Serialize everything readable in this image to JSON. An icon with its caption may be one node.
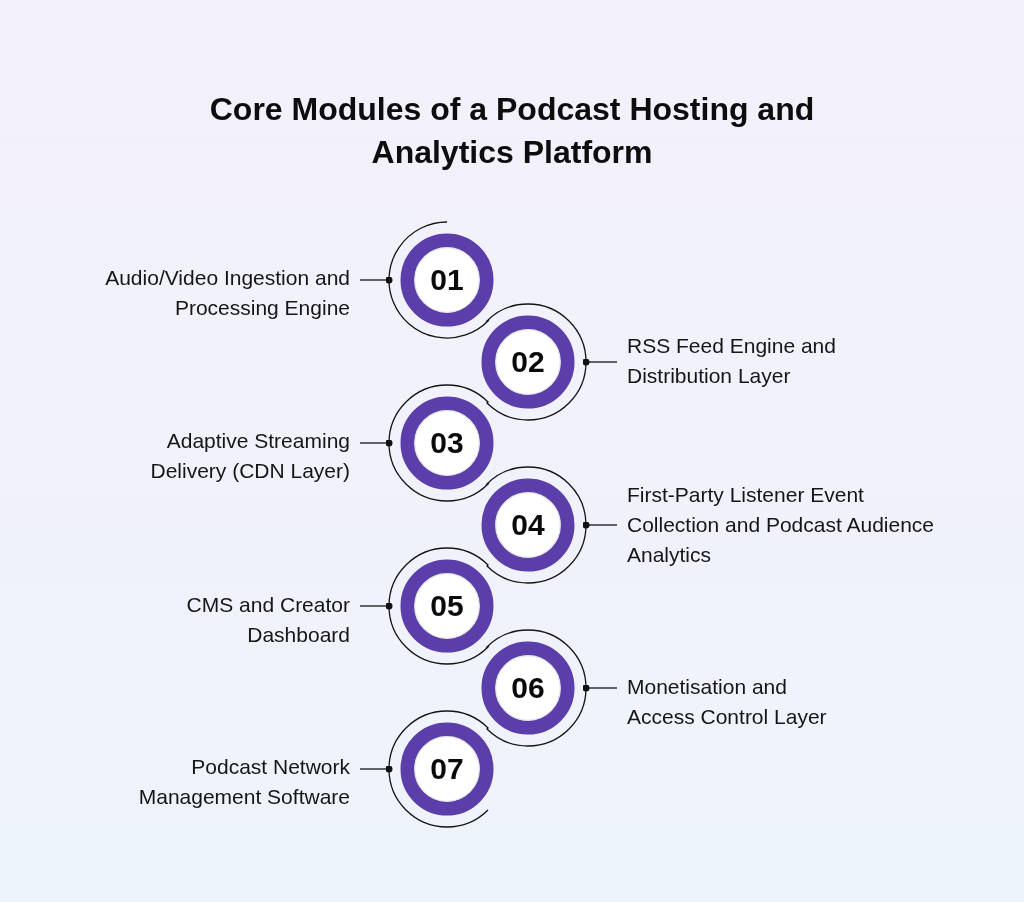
{
  "diagram": {
    "title": "Core Modules of a Podcast Hosting and Analytics Platform",
    "nodes": [
      {
        "text": [
          "Audio/Video Ingestion and Processing Engine"
        ]
      },
      {
        "text": [
          "01"
        ]
      },
      {
        "text": [
          "02"
        ]
      },
      {
        "text": [
          "RSS Feed Engine and Distribution Layer"
        ]
      },
      {
        "text": [
          "Adaptive Streaming Delivery (CDN Layer)"
        ]
      },
      {
        "text": [
          "03"
        ]
      },
      {
        "text": [
          "04"
        ]
      },
      {
        "text": [
          "First-Party Listener Event Collection and Podcast Audience Analytics"
        ]
      },
      {
        "text": [
          "CMS and Creator Dashboard"
        ]
      },
      {
        "text": [
          "05"
        ]
      },
      {
        "text": [
          "06"
        ]
      },
      {
        "text": [
          "Monetisation and Access Control Layer"
        ]
      },
      {
        "text": [
          "Podcast Network Management Software"
        ]
      },
      {
        "text": [
          "07"
        ]
      }
    ],
    "edges": [
      {
        "from": 0,
        "to": 1,
        "arrow": "other"
      },
      {
        "from": 3,
        "to": 2,
        "arrow": "other"
      },
      {
        "from": 4,
        "to": 5,
        "arrow": "other"
      },
      {
        "from": 7,
        "to": 6,
        "arrow": "other"
      },
      {
        "from": 8,
        "to": 9,
        "arrow": "other"
      },
      {
        "from": 11,
        "to": 10,
        "arrow": "other"
      },
      {
        "from": 12,
        "to": 13,
        "arrow": "other"
      }
    ]
  }
}
